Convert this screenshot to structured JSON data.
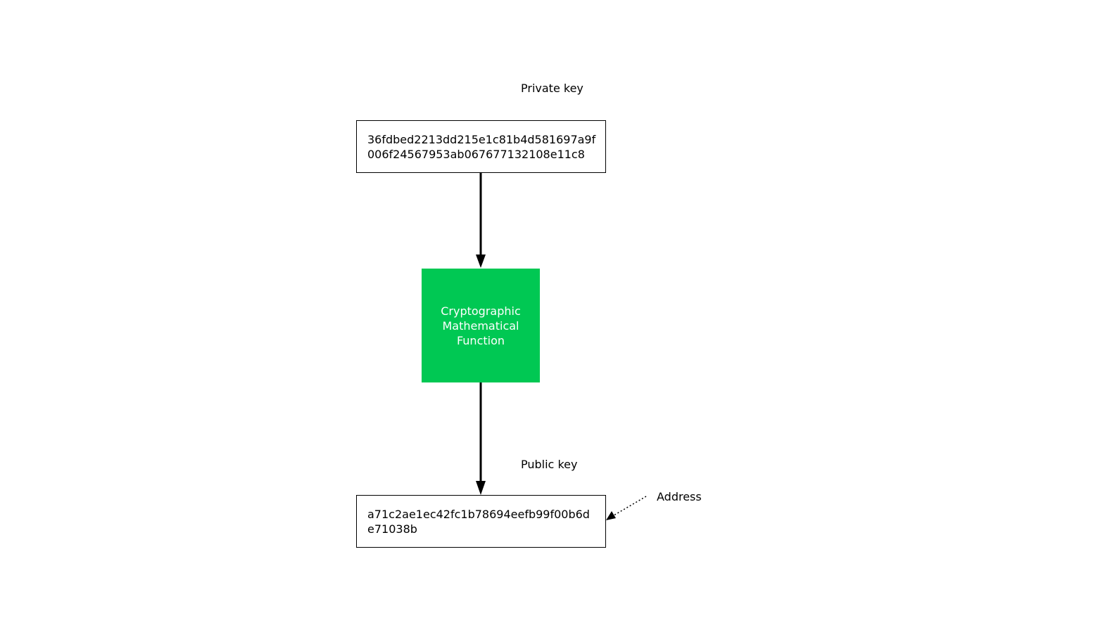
{
  "private_key": {
    "label": "Private key",
    "lines": [
      "36fdbed2213dd215e1c81b4d581697a9f",
      "006f24567953ab067677132108e11c8"
    ]
  },
  "function": {
    "lines": [
      "Cryptographic",
      "Mathematical",
      "Function"
    ],
    "fill_color": "#00c853"
  },
  "public_key": {
    "label": "Public key",
    "lines": [
      "a71c2ae1ec42fc1b78694eefb99f00b6d",
      "e71038b"
    ]
  },
  "address": {
    "label": "Address"
  }
}
